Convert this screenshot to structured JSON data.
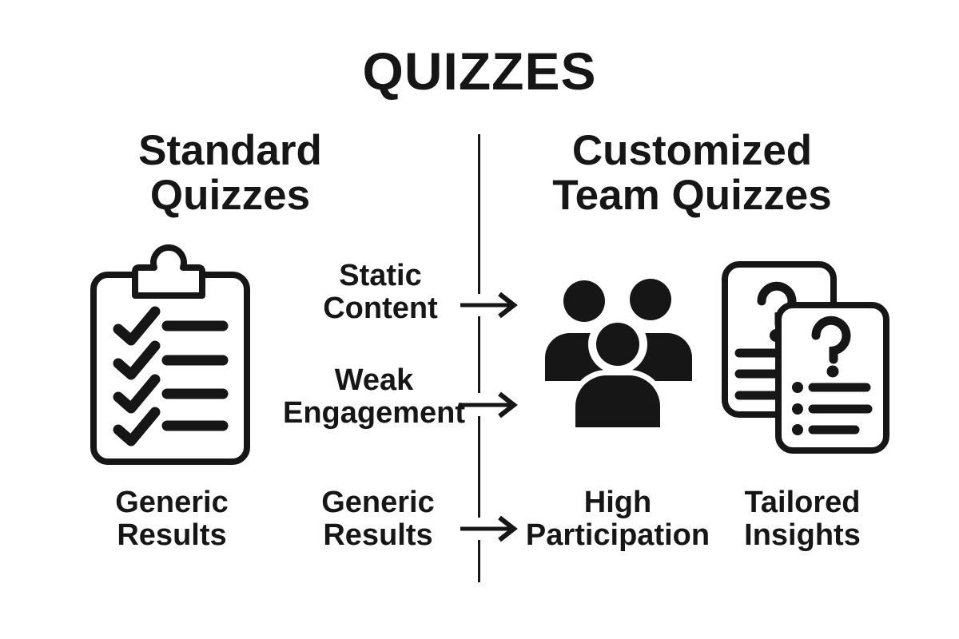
{
  "palette": {
    "background": "#ffffff",
    "ink": "#161616"
  },
  "title": "QUIZZES",
  "columns": {
    "left": {
      "heading_line1": "Standard",
      "heading_line2": "Quizzes",
      "icon": "clipboard-checklist-icon",
      "caption_line1": "Generic",
      "caption_line2": "Results"
    },
    "right": {
      "heading_line1": "Customized",
      "heading_line2": "Team Quizzes",
      "icons": [
        "team-group-icon",
        "quiz-cards-icon"
      ],
      "captions": [
        {
          "line1": "High",
          "line2": "Participation"
        },
        {
          "line1": "Tailored",
          "line2": "Insights"
        }
      ]
    }
  },
  "flows": [
    {
      "line1": "Static",
      "line2": "Content",
      "arrow": "right-arrow-icon"
    },
    {
      "line1": "Weak",
      "line2": "Engagement",
      "arrow": "right-arrow-icon"
    },
    {
      "line1": "Generic",
      "line2": "Results",
      "arrow": "right-arrow-icon"
    }
  ],
  "divider": {
    "orientation": "vertical",
    "color": "#161616"
  }
}
